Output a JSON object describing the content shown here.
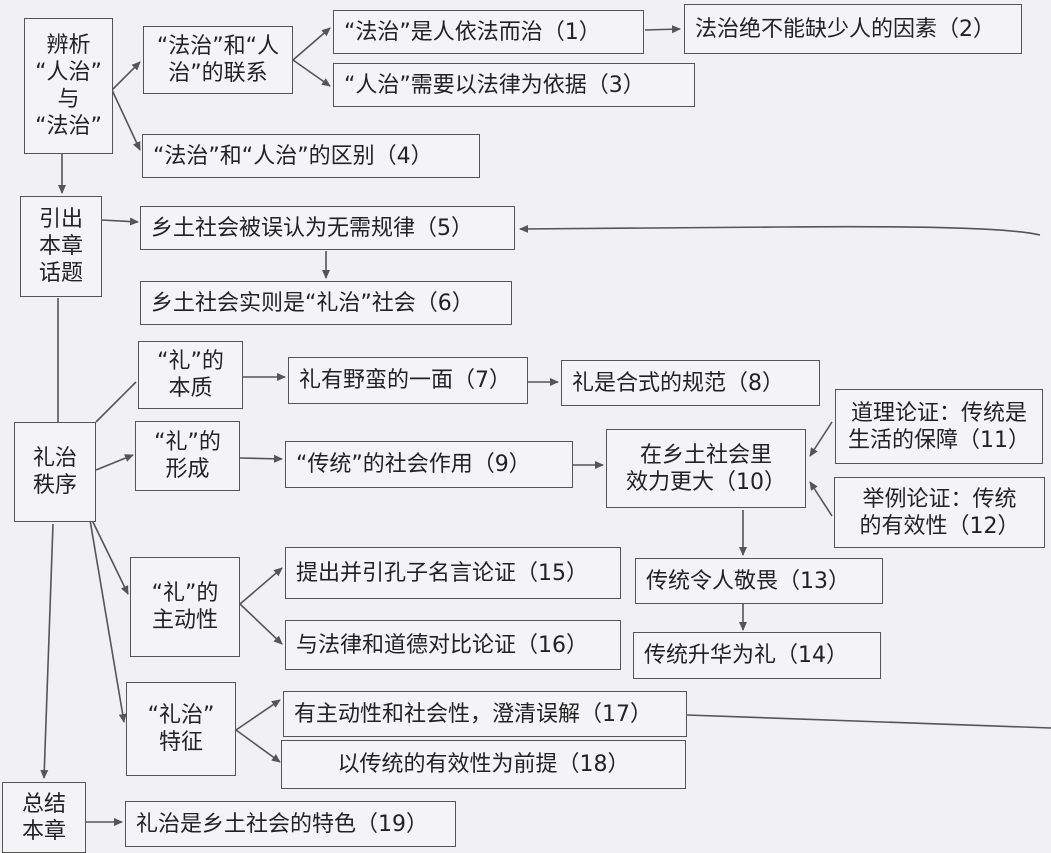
{
  "nodes": {
    "n_bianxi": "辨析\n“人治”\n与\n“法治”",
    "n_lianxi": "“法治”和“人\n治”的联系",
    "n_1": "“法治”是人依法而治（1）",
    "n_2": "法治绝不能缺少人的因素（2）",
    "n_3": "“人治”需要以法律为依据（3）",
    "n_4": "“法治”和“人治”的区别（4）",
    "n_yinchu": "引出\n本章\n话题",
    "n_5": "乡土社会被误认为无需规律（5）",
    "n_6": "乡土社会实则是“礼治”社会（6）",
    "n_lizhi": "礼治\n秩序",
    "n_li_benzhi": "“礼”的\n本质",
    "n_7": "礼有野蛮的一面（7）",
    "n_8": "礼是合式的规范（8）",
    "n_li_xingcheng": "“礼”的\n形成",
    "n_9": "“传统”的社会作用（9）",
    "n_10": "在乡土社会里\n效力更大（10）",
    "n_11": "道理论证：传统是\n生活的保障（11）",
    "n_12": "举例论证：传统\n的有效性（12）",
    "n_13": "传统令人敬畏（13）",
    "n_14": "传统升华为礼（14）",
    "n_li_zhudong": "“礼”的\n主动性",
    "n_15": "提出并引孔子名言论证（15）",
    "n_16": "与法律和道德对比论证（16）",
    "n_lizhi_tezheng": "“礼治”\n特征",
    "n_17": "有主动性和社会性，澄清误解（17）",
    "n_18": "以传统的有效性为前提（18）",
    "n_zongjie": "总结\n本章",
    "n_19": "礼治是乡土社会的特色（19）"
  }
}
